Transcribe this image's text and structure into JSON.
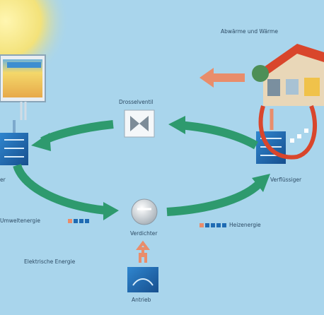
{
  "diagram": {
    "labels": {
      "top_right": "Abwärme und Wärme",
      "expansion_valve": "Drosselventil",
      "compressor": "Verdichter",
      "left_node": "er",
      "right_node": "Verflüssiger",
      "left_energy": "Umweltenergie",
      "right_energy": "Heizenergie",
      "electric_energy": "Elektrische Energie",
      "bottom_node": "Antrieb"
    },
    "colors": {
      "background": "#a9d5ec",
      "flow_arrow": "#2e9a6e",
      "heat_arrow": "#d9462c",
      "import_arrow": "#e98d6b",
      "component_blue": "#1f6bb3"
    },
    "icons": [
      "sun-icon",
      "solar-collector-icon",
      "house-icon",
      "heat-exchanger-icon",
      "valve-icon",
      "compressor-icon",
      "pump-icon",
      "electric-plug-icon"
    ]
  }
}
